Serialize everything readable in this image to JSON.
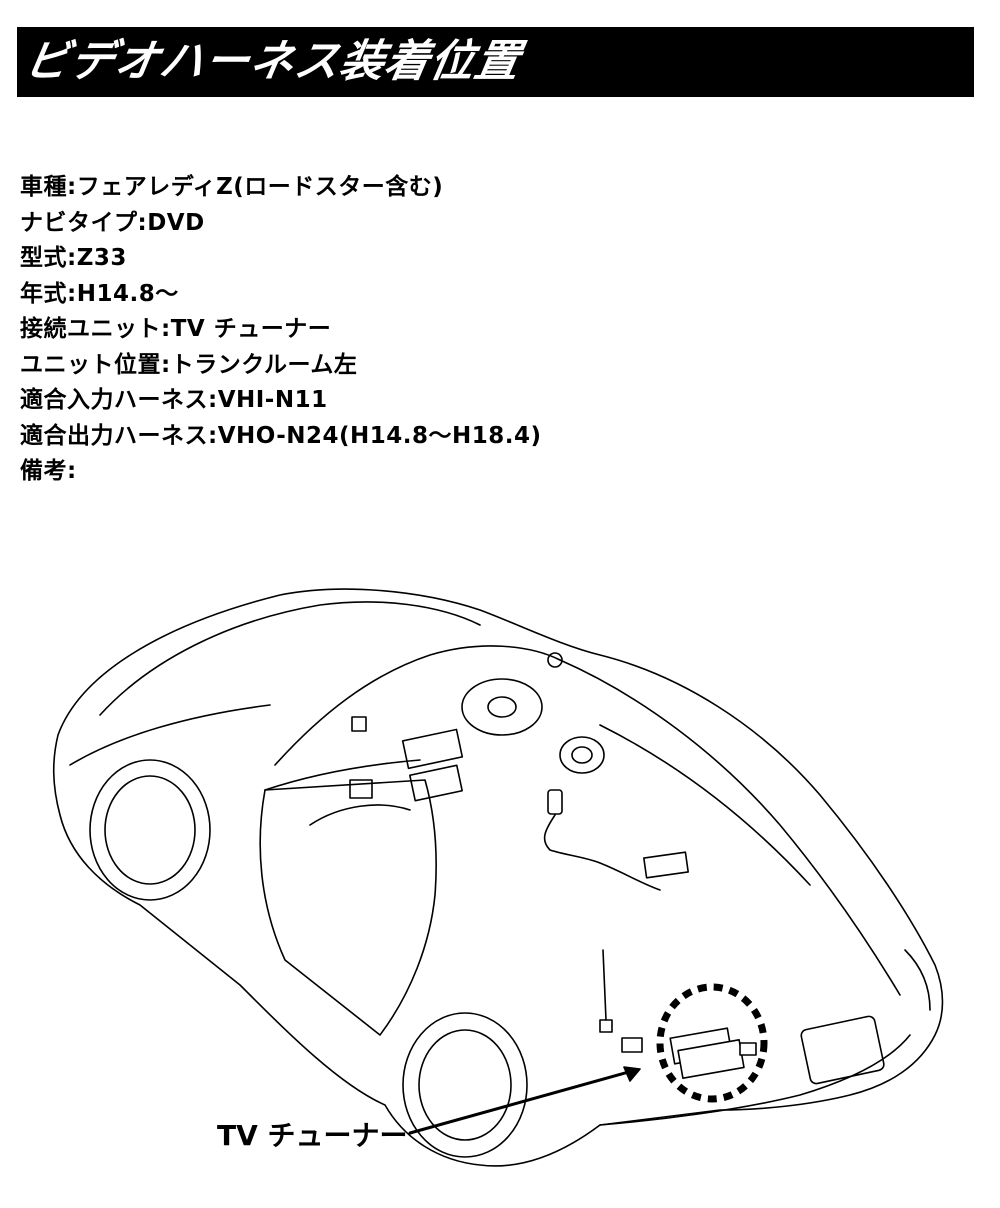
{
  "title": "ビデオハーネス装着位置",
  "specs": [
    {
      "label": "車種",
      "value": "フェアレディZ(ロードスター含む)"
    },
    {
      "label": "ナビタイプ",
      "value": "DVD"
    },
    {
      "label": "型式",
      "value": "Z33"
    },
    {
      "label": "年式",
      "value": "H14.8～"
    },
    {
      "label": "接続ユニット",
      "value": "TV チューナー"
    },
    {
      "label": "ユニット位置",
      "value": "トランクルーム左"
    },
    {
      "label": "適合入力ハーネス",
      "value": "VHI-N11"
    },
    {
      "label": "適合出力ハーネス",
      "value": "VHO-N24(H14.8～H18.4)"
    },
    {
      "label": "備考",
      "value": ""
    }
  ],
  "diagram": {
    "callout_label": "TV チューナー",
    "highlight_style": "dotted-circle"
  }
}
